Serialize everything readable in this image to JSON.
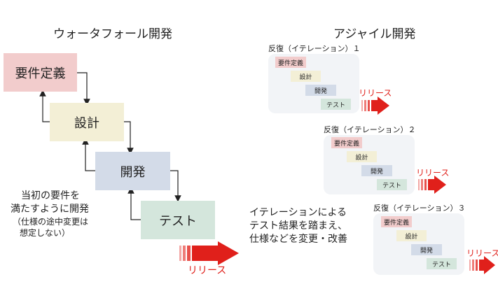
{
  "waterfall": {
    "title": "ウォータフォール開発",
    "phases": {
      "requirements": "要件定義",
      "design": "設計",
      "development": "開発",
      "test": "テスト"
    },
    "release_label": "リリース",
    "note_main_line1": "当初の要件を",
    "note_main_line2": "満たすように開発",
    "note_sub_line1": "（仕様の途中変更は",
    "note_sub_line2": "想定しない）"
  },
  "agile": {
    "title": "アジャイル開発",
    "iterations": [
      {
        "label": "反復（イテレーション）１",
        "requirements": "要件定義",
        "design": "設計",
        "development": "開発",
        "test": "テスト",
        "release_label": "リリース"
      },
      {
        "label": "反復（イテレーション）２",
        "requirements": "要件定義",
        "design": "設計",
        "development": "開発",
        "test": "テスト",
        "release_label": "リリース"
      },
      {
        "label": "反復（イテレーション）３",
        "requirements": "要件定義",
        "design": "設計",
        "development": "開発",
        "test": "テスト",
        "release_label": "リリース"
      }
    ],
    "note_line1": "イテレーションによる",
    "note_line2": "テスト結果を踏まえ、",
    "note_line3": "仕様などを変更・改善"
  },
  "colors": {
    "requirements": "#f2cccc",
    "design": "#f3efd6",
    "development": "#d3dbe8",
    "test": "#d4e6dc",
    "release_arrow": "#e0201b",
    "panel": "#f2f4f7"
  }
}
